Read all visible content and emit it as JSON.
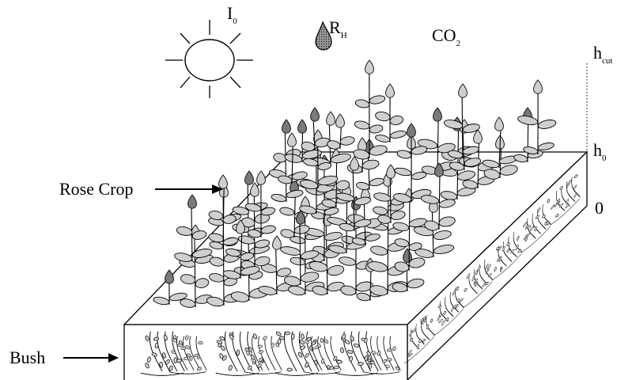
{
  "labels": {
    "light": {
      "base": "I",
      "sub": "0"
    },
    "humidity": {
      "base": "R",
      "sub": "H"
    },
    "co2": {
      "base": "CO",
      "sub": "2"
    },
    "h_cut": {
      "base": "h",
      "sub": "cut"
    },
    "h_zero": {
      "base": "h",
      "sub": "0"
    },
    "zero": "0",
    "rose_crop": "Rose Crop",
    "bush": "Bush"
  },
  "icons": {
    "light": "sun-icon",
    "humidity": "water-drop-icon",
    "arrow": "arrow-right-icon"
  },
  "colors": {
    "leaf_fill": "#cfcfcf",
    "bud_fill": "#7a7a7a",
    "line": "#000000"
  }
}
